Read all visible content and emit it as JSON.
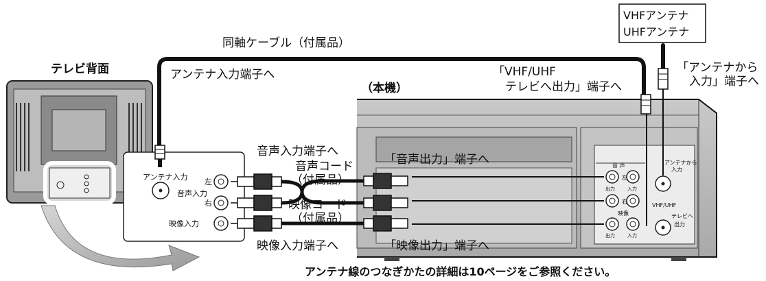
{
  "labels": {
    "coax_cable": "同軸ケーブル（付属品）",
    "tv_back": "テレビ背面",
    "antenna_in_terminal": "アンテナ入力端子へ",
    "unit": "（本機）",
    "vhf_uhf_out_1": "「VHF/UHF",
    "vhf_uhf_out_2": "テレビへ出力」端子へ",
    "antenna_from_1": "「アンテナから",
    "antenna_from_2": "入力」端子へ",
    "vhf_antenna": "VHFアンテナ",
    "uhf_antenna": "UHFアンテナ",
    "audio_in_terminal": "音声入力端子へ",
    "audio_cord_1": "音声コード",
    "audio_cord_2": "（付属品）",
    "video_cord_1": "映像コード",
    "video_cord_2": "（付属品）",
    "video_in_terminal": "映像入力端子へ",
    "audio_out_terminal": "「音声出力」端子へ",
    "video_out_terminal": "「映像出力」端子へ",
    "footnote": "アンテナ線のつなぎかたの詳細は10ページをご参照ください。"
  },
  "tv_panel": {
    "antenna_input": "アンテナ入力",
    "left": "左",
    "audio_input": "音声入力",
    "right": "右",
    "video_input": "映像入力"
  },
  "unit_panel": {
    "audio": "音 声",
    "left": "左",
    "right": "右",
    "output": "出力",
    "input": "入力",
    "video": "映像",
    "antenna_from_1": "アンテナから",
    "antenna_from_2": "入力",
    "vhf_uhf": "VHF/UHF",
    "to_tv_1": "テレビへ",
    "to_tv_2": "出力"
  }
}
